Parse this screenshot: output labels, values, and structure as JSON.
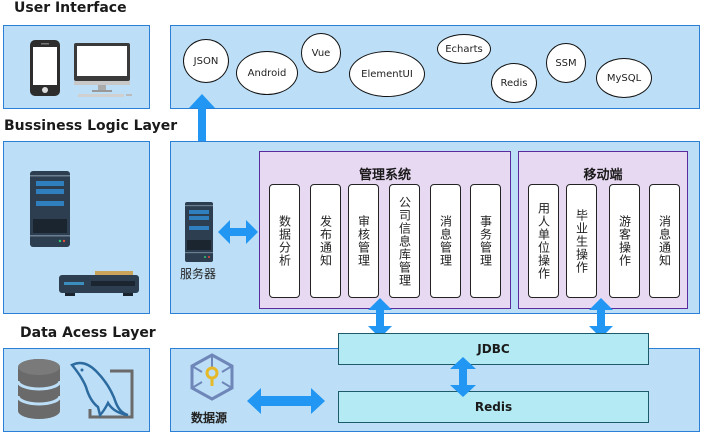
{
  "layers": {
    "ui": {
      "title": "User Interface"
    },
    "business": {
      "title": "Bussiness Logic Layer"
    },
    "data": {
      "title": "Data Acess Layer"
    }
  },
  "tech_bubbles": [
    "JSON",
    "Android",
    "Vue",
    "ElementUI",
    "Echarts",
    "Redis",
    "SSM",
    "MySQL"
  ],
  "server": {
    "label": "服务器"
  },
  "management": {
    "title": "管理系统",
    "modules": [
      "数据分析",
      "发布通知",
      "审核管理",
      "公司信息库管理",
      "消息管理",
      "事务管理"
    ]
  },
  "mobile": {
    "title": "移动端",
    "modules": [
      "用人单位操作",
      "毕业生操作",
      "游客操作",
      "消息通知"
    ]
  },
  "data_access": {
    "jdbc_label": "JDBC",
    "redis_label": "Redis",
    "datasource_label": "数据源"
  },
  "colors": {
    "panel_fill": "#bcdff7",
    "panel_border": "#2b7fd4",
    "arrow": "#2196f3",
    "group_fill": "#e8d9f3",
    "group_border": "#5a2b9c",
    "bar_fill": "#b3eaf3"
  }
}
